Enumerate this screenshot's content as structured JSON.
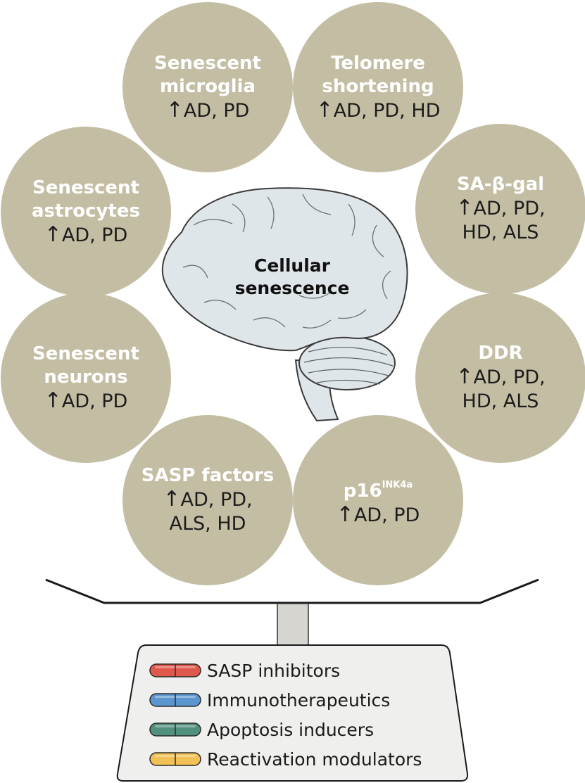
{
  "colors": {
    "circle_fill": "#c3bea3",
    "brain_fill": "#dfe6ea",
    "panel_fill": "#efefed",
    "pill_red": "#e0584b",
    "pill_blue": "#5b96cf",
    "pill_green": "#52907e",
    "pill_yellow": "#f1c155"
  },
  "center": {
    "line1": "Cellular",
    "line2": "senescence"
  },
  "circles": [
    {
      "title": [
        "Senescent",
        "microglia"
      ],
      "arrow": "↑",
      "body": [
        "AD, PD"
      ]
    },
    {
      "title": [
        "Telomere",
        "shortening"
      ],
      "arrow": "↑",
      "body": [
        "AD, PD, HD"
      ]
    },
    {
      "title": [
        "SA-β-gal"
      ],
      "arrow": "↑",
      "body": [
        "AD, PD,",
        "HD, ALS"
      ]
    },
    {
      "title": [
        "DDR"
      ],
      "arrow": "↑",
      "body": [
        "AD, PD,",
        "HD, ALS"
      ]
    },
    {
      "title_main": "p16",
      "title_sup": "INK4a",
      "arrow": "↑",
      "body": [
        "AD, PD"
      ]
    },
    {
      "title": [
        "SASP factors"
      ],
      "arrow": "↑",
      "body": [
        "AD, PD,",
        "ALS, HD"
      ]
    },
    {
      "title": [
        "Senescent",
        "neurons"
      ],
      "arrow": "↑",
      "body": [
        "AD, PD"
      ]
    },
    {
      "title": [
        "Senescent",
        "astrocytes"
      ],
      "arrow": "↑",
      "body": [
        "AD, PD"
      ]
    }
  ],
  "legend": [
    {
      "label": "SASP inhibitors",
      "color": "pill_red"
    },
    {
      "label": "Immunotherapeutics",
      "color": "pill_blue"
    },
    {
      "label": "Apoptosis inducers",
      "color": "pill_green"
    },
    {
      "label": "Reactivation modulators",
      "color": "pill_yellow"
    }
  ]
}
